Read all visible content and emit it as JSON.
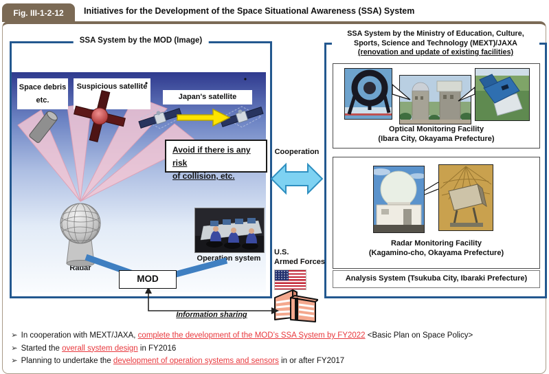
{
  "header": {
    "fig_label": "Fig. III-1-2-12",
    "title": "Initiatives for the Development of the Space Situational Awareness (SSA) System"
  },
  "mod_box": {
    "title": "SSA System by the MOD (Image)",
    "space_debris_label": "Space debris etc.",
    "suspicious_label": "Suspicious satellite",
    "japans_satellite_label": "Japan's satellite",
    "avoid_line1": "Avoid if there is any risk",
    "avoid_line2": "of collision, etc.",
    "radar_label": "Radar",
    "operation_system_label": "Operation system",
    "mod_label": "MOD"
  },
  "cooperation": {
    "label": "Cooperation"
  },
  "mext_box": {
    "title_line1": "SSA System by the Ministry of Education, Culture,",
    "title_line2": "Sports, Science and Technology (MEXT)/JAXA",
    "title_line3": "(renovation and update of existing facilities)",
    "optical_facility_line1": "Optical Monitoring Facility",
    "optical_facility_line2": "(Ibara City, Okayama Prefecture)",
    "radar_facility_line1": "Radar Monitoring Facility",
    "radar_facility_line2": "(Kagamino-cho, Okayama Prefecture)",
    "analysis_system": "Analysis System (Tsukuba City, Ibaraki Prefecture)"
  },
  "us_forces": {
    "line1": "U.S.",
    "line2": "Armed Forces"
  },
  "info_sharing_label": "Information sharing",
  "bullets": [
    {
      "marker": "➢",
      "prefix": "In cooperation with MEXT/JAXA, ",
      "highlight": "complete the development of the MOD’s SSA System by FY2022",
      "suffix": " <Basic Plan on Space Policy>"
    },
    {
      "marker": "➢",
      "prefix": "Started the ",
      "highlight": "overall system design",
      "suffix": " in FY2016"
    },
    {
      "marker": "➢",
      "prefix": "Planning to undertake the ",
      "highlight": "development of operation systems and sensors",
      "suffix": " in or after FY2017"
    }
  ],
  "icons": {
    "bullet_marker_glyph": "➢",
    "cooperation_arrow": "double-headed-horizontal-arrow",
    "movement_arrow": "yellow-right-arrow",
    "information_sharing_arrow": "elbow-arrow-up-and-right",
    "us_flag": "united-states-flag",
    "us_building": "office-building"
  },
  "colors": {
    "tab_brown": "#7b6a55",
    "box_border_blue": "#23588f",
    "sky_top": "#2f3a8e",
    "beam_pink": "#f2c6d4",
    "cooperation_cyan": "#7ed2f2",
    "connector_blue": "#3f7fc1",
    "arrow_yellow": "#ffe400",
    "highlight_red": "#e8383d",
    "building_salmon": "#f4a88e"
  }
}
